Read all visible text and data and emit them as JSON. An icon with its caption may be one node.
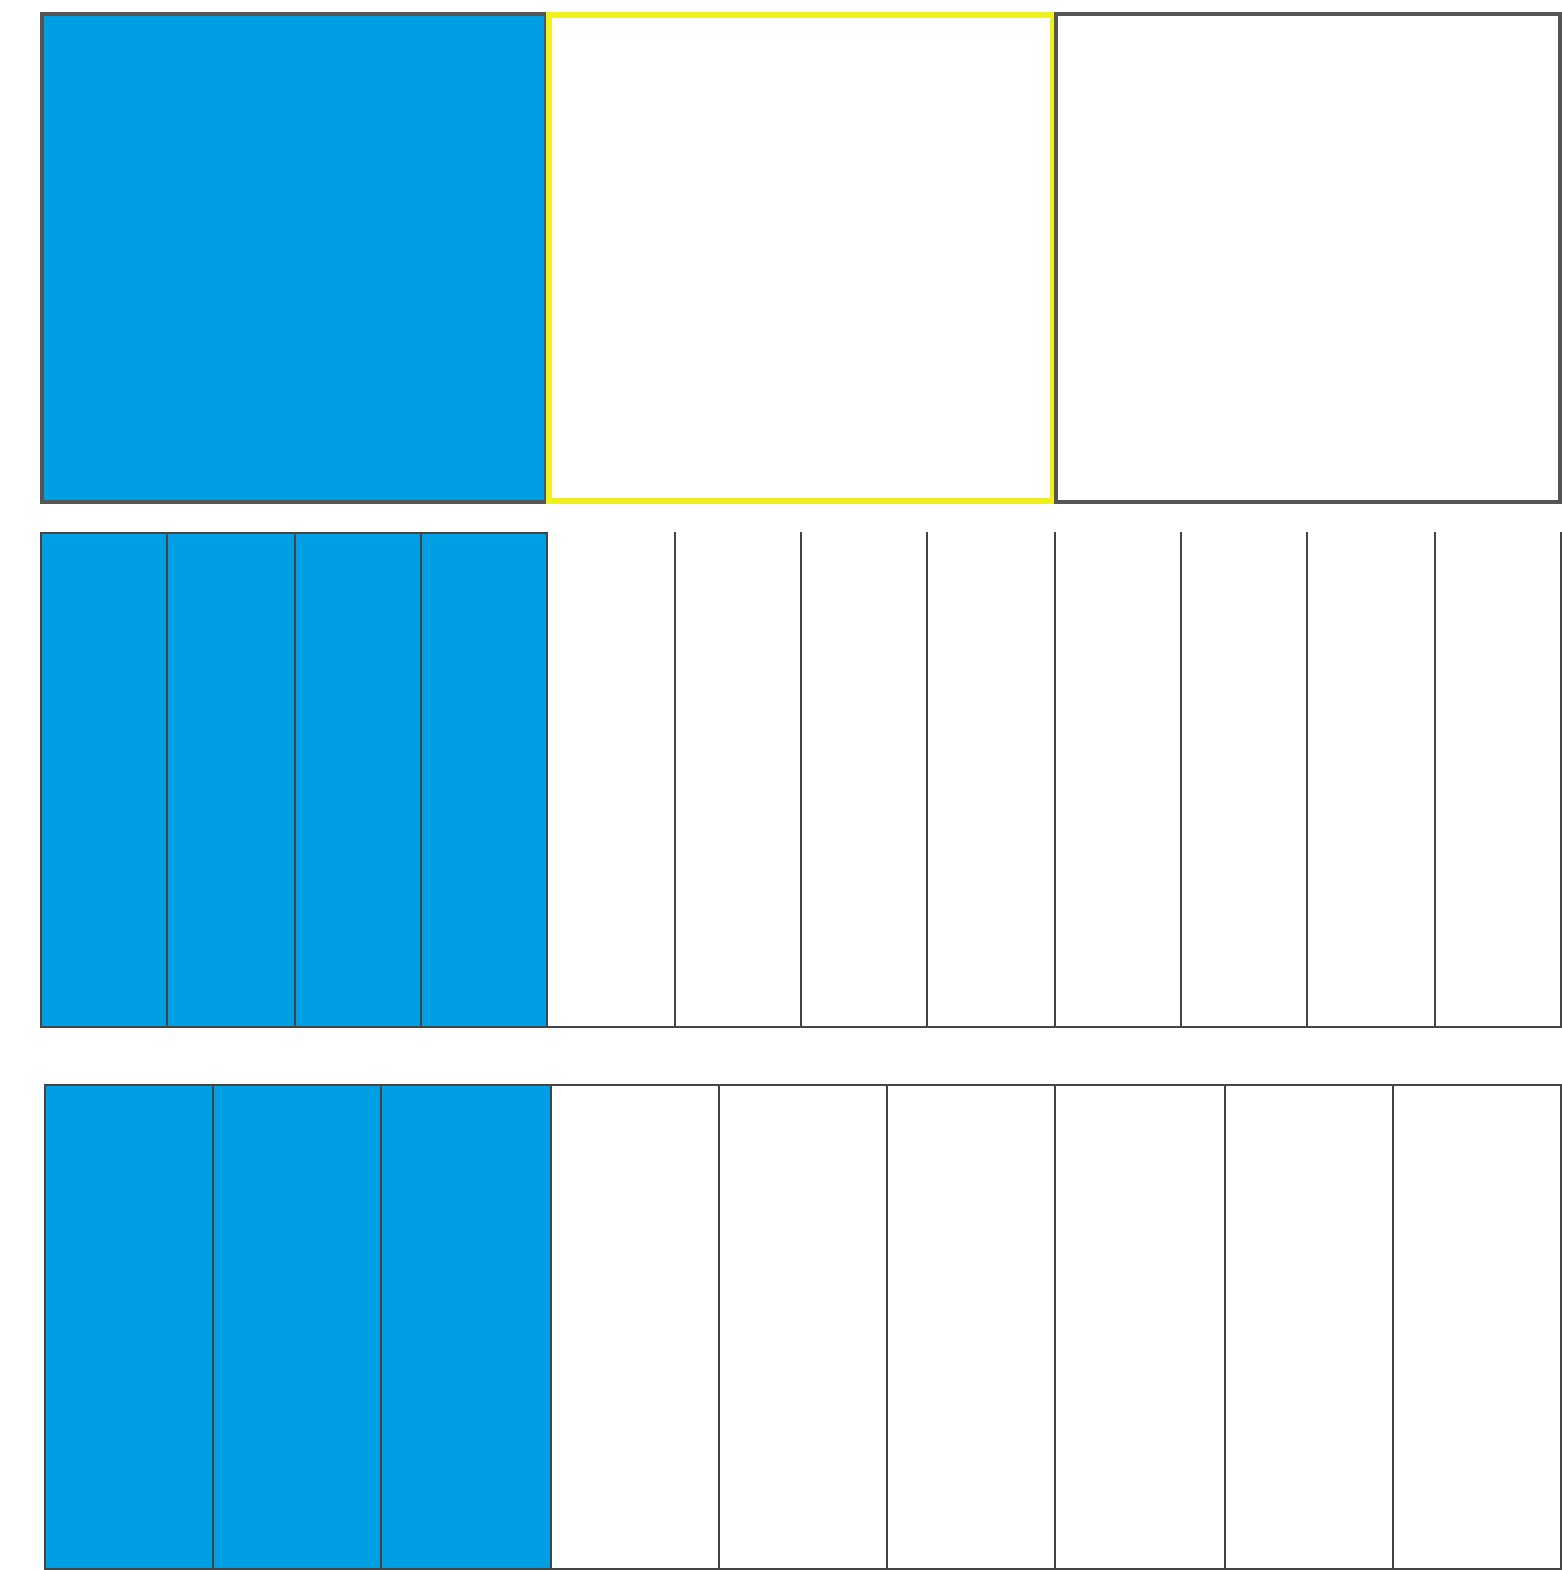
{
  "diagram": {
    "nodes": [
      {
        "text": [],
        "shape": "box"
      },
      {
        "text": [],
        "shape": "box"
      },
      {
        "text": [],
        "shape": "box"
      },
      {
        "text": [],
        "shape": "box"
      },
      {
        "text": [],
        "shape": "box"
      },
      {
        "text": [],
        "shape": "box"
      },
      {
        "text": [],
        "shape": "box"
      },
      {
        "text": [],
        "shape": "box"
      },
      {
        "text": [],
        "shape": "box"
      },
      {
        "text": [],
        "shape": "box"
      },
      {
        "text": [],
        "shape": "box"
      },
      {
        "text": [],
        "shape": "box"
      },
      {
        "text": [],
        "shape": "box"
      },
      {
        "text": [],
        "shape": "box"
      },
      {
        "text": [],
        "shape": "box"
      },
      {
        "text": [],
        "shape": "box"
      },
      {
        "text": [],
        "shape": "box"
      },
      {
        "text": [],
        "shape": "box"
      },
      {
        "text": [],
        "shape": "box"
      },
      {
        "text": [],
        "shape": "box"
      },
      {
        "text": [],
        "shape": "box"
      },
      {
        "text": [],
        "shape": "box"
      },
      {
        "text": [],
        "shape": "box"
      },
      {
        "text": [],
        "shape": "box"
      }
    ]
  }
}
